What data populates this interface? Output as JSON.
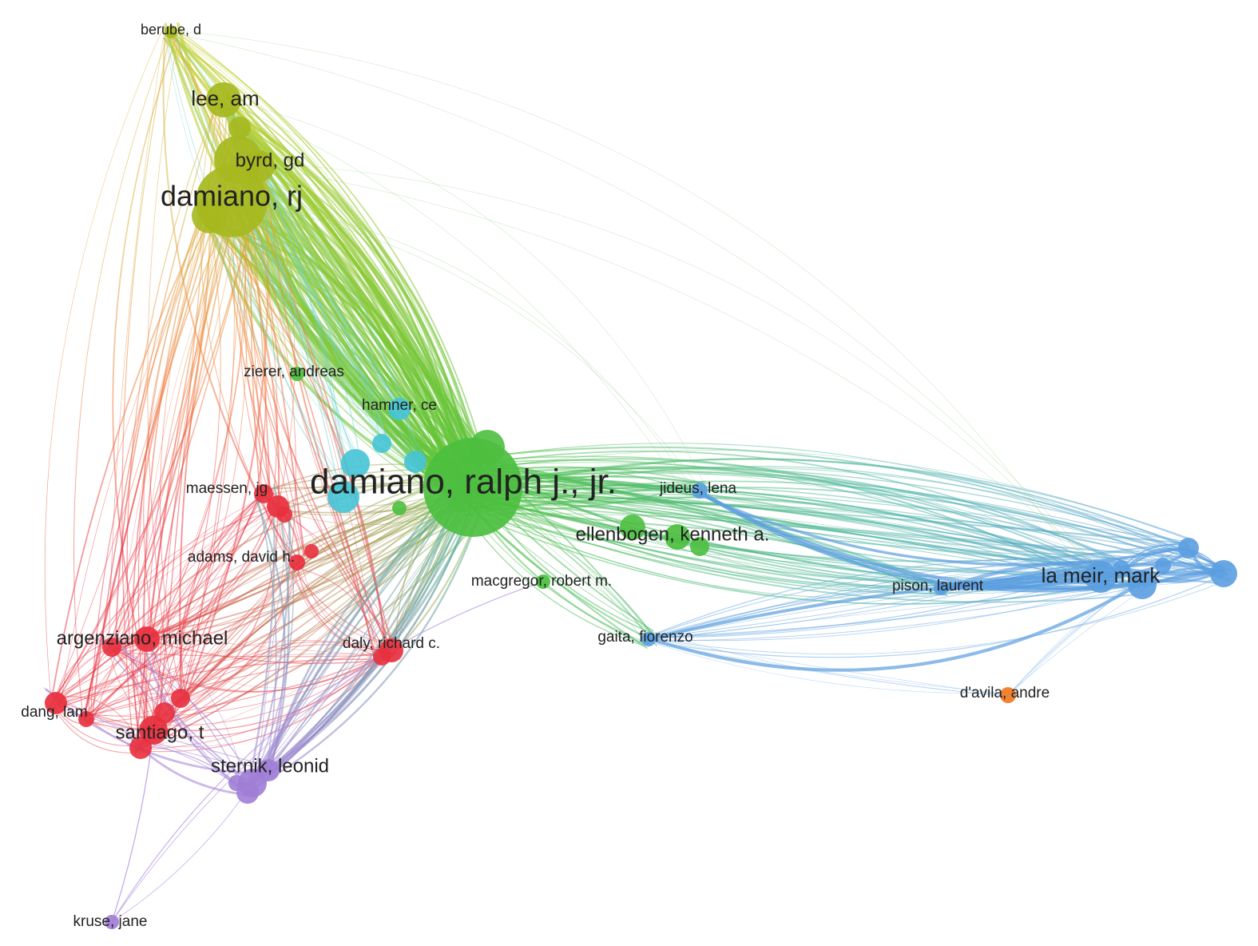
{
  "network": {
    "nodes": [
      {
        "id": "berube",
        "label": "berube, d",
        "cluster": "yellow"
      },
      {
        "id": "lee",
        "label": "lee, am",
        "cluster": "yellow"
      },
      {
        "id": "byrd",
        "label": "byrd, gd",
        "cluster": "yellow"
      },
      {
        "id": "damiano_rj",
        "label": "damiano, rj",
        "cluster": "yellow"
      },
      {
        "id": "zierer",
        "label": "zierer, andreas",
        "cluster": "green"
      },
      {
        "id": "hamner",
        "label": "hamner, ce",
        "cluster": "cyan"
      },
      {
        "id": "damiano_ralph",
        "label": "damiano, ralph j., jr.",
        "cluster": "green"
      },
      {
        "id": "maessen",
        "label": "maessen, jg",
        "cluster": "red"
      },
      {
        "id": "jideus",
        "label": "jideus, lena",
        "cluster": "blue"
      },
      {
        "id": "ellenbogen",
        "label": "ellenbogen, kenneth a.",
        "cluster": "green"
      },
      {
        "id": "adams",
        "label": "adams, david h.",
        "cluster": "red"
      },
      {
        "id": "macgregor",
        "label": "macgregor, robert m.",
        "cluster": "green"
      },
      {
        "id": "la_meir",
        "label": "la meir, mark",
        "cluster": "blue"
      },
      {
        "id": "pison",
        "label": "pison, laurent",
        "cluster": "blue"
      },
      {
        "id": "argenziano",
        "label": "argenziano, michael",
        "cluster": "red"
      },
      {
        "id": "daly",
        "label": "daly, richard c.",
        "cluster": "red"
      },
      {
        "id": "gaita",
        "label": "gaita, fiorenzo",
        "cluster": "blue"
      },
      {
        "id": "davila",
        "label": "d'avila, andre",
        "cluster": "orange"
      },
      {
        "id": "dang",
        "label": "dang, lam",
        "cluster": "red"
      },
      {
        "id": "santiago",
        "label": "santiago, t",
        "cluster": "red"
      },
      {
        "id": "sternik",
        "label": "sternik, leonid",
        "cluster": "purple"
      },
      {
        "id": "kruse",
        "label": "kruse, jane",
        "cluster": "purple"
      }
    ],
    "colors": {
      "yellow": "#a6b81e",
      "green": "#4cbf3f",
      "cyan": "#45c4d6",
      "red": "#e8303e",
      "blue": "#5b9ee0",
      "orange": "#f07a22",
      "purple": "#a07ed6"
    }
  }
}
